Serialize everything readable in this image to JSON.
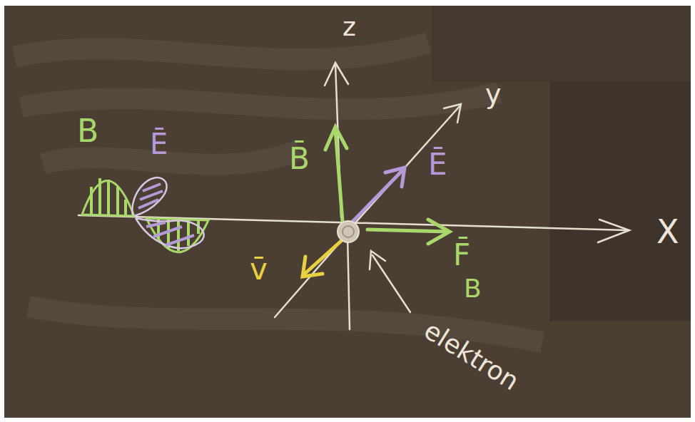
{
  "diagram": {
    "labels": [
      "B",
      "Ē",
      "z",
      "B̄",
      "y",
      "Ē",
      "X",
      "F̄",
      "B",
      "v̄",
      "elektron"
    ]
  }
}
